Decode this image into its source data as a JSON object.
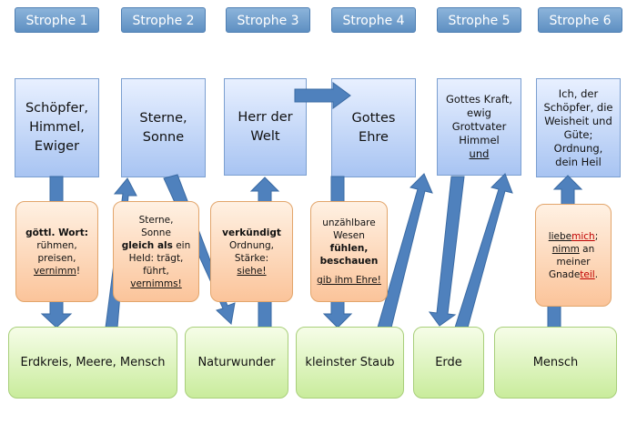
{
  "headers": [
    "Strophe 1",
    "Strophe 2",
    "Strophe 3",
    "Strophe 4",
    "Strophe 5",
    "Strophe 6"
  ],
  "blue_boxes": {
    "b1": [
      "Schöpfer,",
      "Himmel,",
      "Ewiger"
    ],
    "b2": [
      "Sterne,",
      "Sonne"
    ],
    "b3": [
      "Herr der",
      "Welt"
    ],
    "b4": [
      "Gottes",
      "Ehre"
    ],
    "b5": [
      "Gottes Kraft,",
      "ewig",
      "Grottvater",
      "Himmel",
      "und"
    ],
    "b6": [
      "Ich, der",
      "Schöpfer, die",
      "Weisheit und",
      "Güte;",
      "Ordnung,",
      "dein Heil"
    ]
  },
  "orange_boxes": {
    "o1": {
      "w": "göttl. Wort:",
      "a": "rühmen,",
      "b": "preisen,",
      "c": "vernimm",
      "d": "!"
    },
    "o2": {
      "a": "Sterne,",
      "b": "Sonne",
      "c1": "gleich als",
      "c2": " ein",
      "d": "Held: trägt,",
      "e": "führt,",
      "f": "vernimms!"
    },
    "o3": {
      "a": "verkündigt",
      "b": "Ordnung,",
      "c": "Stärke:",
      "d": "siehe!"
    },
    "o4": {
      "a": "unzählbare",
      "b": "Wesen",
      "c": "fühlen,",
      "d": "beschauen",
      "e": "gib ihm Ehre!"
    },
    "o6": {
      "a": "liebe",
      "b": "mich",
      "c": ";",
      "d": "nimm",
      "e": " an",
      "f": "meiner",
      "g": "Gnade",
      "h": "teil",
      "i": "."
    }
  },
  "green_boxes": {
    "g1": "Erdkreis, Meere, Mensch",
    "g2": "Naturwunder",
    "g3": "kleinster Staub",
    "g4": "Erde",
    "g5": "Mensch"
  },
  "colors": {
    "header": "#6f9ccc",
    "blue_box": "#bcd2f5",
    "orange_box": "#fcd0a9",
    "green_box": "#dff5c2",
    "arrow": "#4f81bd",
    "accent_text": "#c00000"
  }
}
